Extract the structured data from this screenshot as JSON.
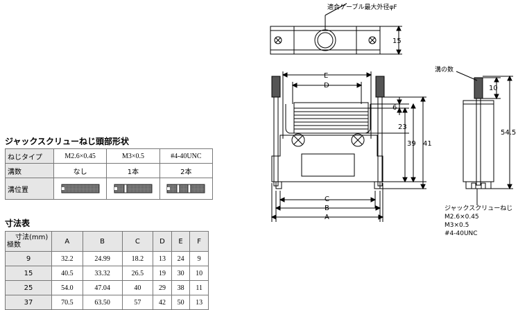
{
  "screw_section": {
    "title": "ジャックスクリューねじ頭部形状",
    "row_labels": [
      "ねじタイプ",
      "溝数",
      "溝位置"
    ],
    "types": [
      "M2.6×0.45",
      "M3×0.5",
      "#4-40UNC"
    ],
    "slots": [
      "なし",
      "1本",
      "2本"
    ]
  },
  "dims_section": {
    "title": "寸法表",
    "header_top": "寸法(mm)",
    "header_bottom": "極数",
    "columns": [
      "A",
      "B",
      "C",
      "D",
      "E",
      "F"
    ],
    "rows": [
      {
        "poles": "9",
        "values": [
          "32.2",
          "24.99",
          "18.2",
          "13",
          "24",
          "9"
        ]
      },
      {
        "poles": "15",
        "values": [
          "40.5",
          "33.32",
          "26.5",
          "19",
          "30",
          "10"
        ]
      },
      {
        "poles": "25",
        "values": [
          "54.0",
          "47.04",
          "40",
          "29",
          "38",
          "11"
        ]
      },
      {
        "poles": "37",
        "values": [
          "70.5",
          "63.50",
          "57",
          "42",
          "50",
          "13"
        ]
      }
    ]
  },
  "drawing": {
    "cable_label": "適合ケーブル最大外径φF",
    "top_height": "15",
    "label_E": "E",
    "label_D": "D",
    "label_C": "C",
    "label_B": "B",
    "label_A": "A",
    "dim_6": "6",
    "dim_23": "23",
    "dim_39": "39",
    "dim_41": "41",
    "groove_label": "溝の数",
    "dim_10": "10",
    "dim_54_5": "54.5",
    "side_label_title": "ジャックスクリューねじ",
    "side_label_lines": [
      "M2.6×0.45",
      "M3×0.5",
      "#4-40UNC"
    ]
  }
}
